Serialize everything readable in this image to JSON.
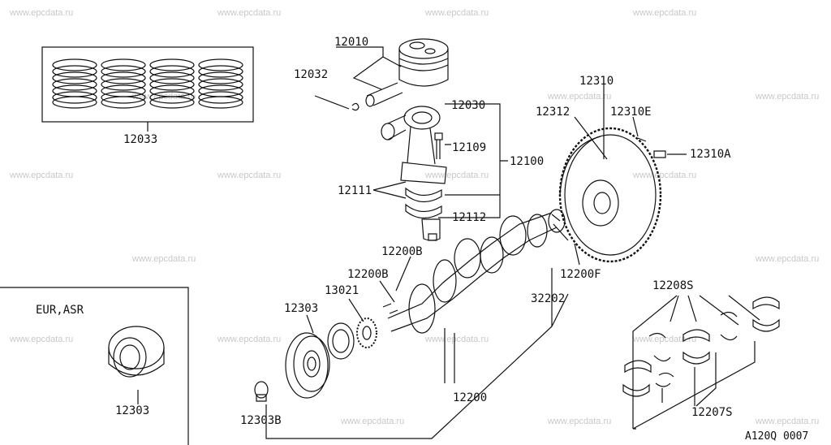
{
  "watermark": "www.epcdata.ru",
  "diagram_code": "A120Q 0007",
  "inset_title": "EUR,ASR",
  "parts": {
    "p12010": "12010",
    "p12032": "12032",
    "p12033": "12033",
    "p12030": "12030",
    "p12109": "12109",
    "p12100": "12100",
    "p12111": "12111",
    "p12112": "12112",
    "p12310": "12310",
    "p12312": "12312",
    "p12310E": "12310E",
    "p12310A": "12310A",
    "p12200B_1": "12200B",
    "p12200B_2": "12200B",
    "p13021": "13021",
    "p12303": "12303",
    "p12200F": "12200F",
    "p32202": "32202",
    "p12208S": "12208S",
    "p12207S": "12207S",
    "p12200": "12200",
    "p12303B": "12303B",
    "p12303_inset": "12303"
  }
}
